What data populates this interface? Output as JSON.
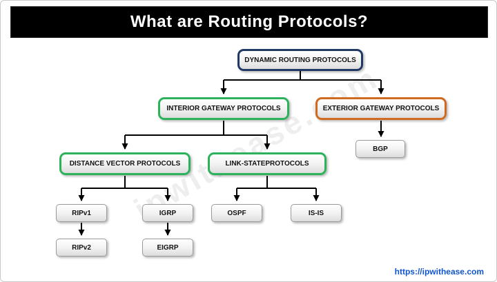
{
  "title": "What are Routing Protocols?",
  "watermark": "ipwithease.com",
  "footer": {
    "link": "https://ipwithease.com"
  },
  "nodes": {
    "dynamic": {
      "label": "DYNAMIC ROUTING PROTOCOLS"
    },
    "interior": {
      "label": "INTERIOR GATEWAY PROTOCOLS"
    },
    "exterior": {
      "label": "EXTERIOR GATEWAY PROTOCOLS"
    },
    "bgp": {
      "label": "BGP"
    },
    "distance_vector": {
      "label": "DISTANCE VECTOR PROTOCOLS"
    },
    "link_state": {
      "label": "LINK-STATEPROTOCOLS"
    },
    "ripv1": {
      "label": "RIPv1"
    },
    "igrp": {
      "label": "IGRP"
    },
    "ospf": {
      "label": "OSPF"
    },
    "isis": {
      "label": "IS-IS"
    },
    "ripv2": {
      "label": "RIPv2"
    },
    "eigrp": {
      "label": "EIGRP"
    }
  },
  "colors": {
    "navy": "#1f3864",
    "green": "#2cb25a",
    "orange": "#cf6a1f"
  }
}
